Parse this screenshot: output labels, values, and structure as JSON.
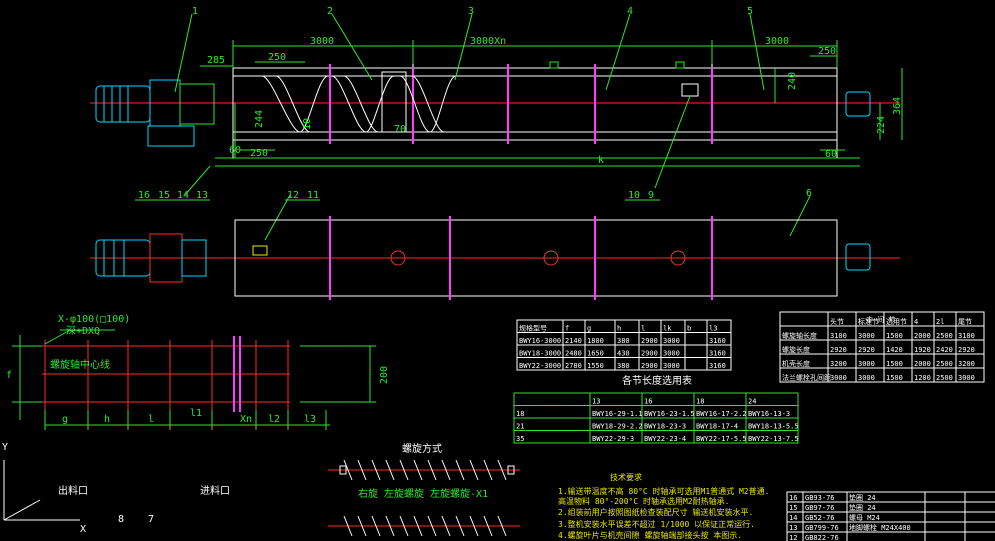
{
  "balloons": [
    "1",
    "2",
    "3",
    "4",
    "5",
    "6",
    "16",
    "15",
    "14",
    "13",
    "12",
    "11",
    "10",
    "9"
  ],
  "dims": {
    "top_3000_left": "3000",
    "top_3000xn": "3000Xn",
    "top_3000_right": "3000",
    "d285": "285",
    "d250_top": "250",
    "d250_right": "250",
    "d244": "244",
    "d10": "10",
    "d70": "70",
    "d60_left": "60",
    "d250_bottom": "250",
    "d60_right": "60",
    "d240": "240",
    "d224": "224",
    "d364": "364",
    "d200": "200",
    "lk": "k",
    "lxn": "Xn",
    "lg": "g",
    "lh": "h",
    "ll": "l",
    "l1": "l1",
    "l2": "l2",
    "l3": "l3",
    "lf": "f"
  },
  "hole_note": "X-φ100(□100)",
  "hole_note2": "深+DXQ",
  "axis_note": "螺旋轴中心线",
  "inlet_label": "出料口",
  "outlet_label": "进料口",
  "screw_note": "螺旋方式",
  "screw_sub": "右旋 左旋螺旋 左旋螺旋-X1",
  "tech_title": "技术要求",
  "tech_lines": [
    "1.输送带温度不高 80°C 时轴承可选用M1普通式 M2普通.",
    "  高温物料 80°-200°C 时轴承选用M2耐热轴承.",
    "2.组装前用户按照图纸检查装配尺寸 输送机安装水平.",
    "3.整机安装水平误差不超过 1/1000 以保证正常运行.",
    "4.螺旋叶片与机壳间隙 螺旋轴端部接头按 本图示."
  ],
  "table1": {
    "headers": [
      "规格型号",
      "f",
      "g",
      "h",
      "l",
      "lk",
      "b",
      "l3"
    ],
    "rows": [
      [
        "BWY16-3000",
        "2140",
        "1800",
        "380",
        "2900",
        "3000",
        "",
        "3160"
      ],
      [
        "BWY18-3000",
        "2480",
        "1650",
        "430",
        "2900",
        "3000",
        "",
        "3160"
      ],
      [
        "BWY22-3000",
        "2780",
        "1550",
        "380",
        "2900",
        "3000",
        "",
        "3160"
      ]
    ]
  },
  "table1_caption": "各节长度选用表",
  "table2": {
    "headers": [
      "",
      "13",
      "16",
      "18",
      "24"
    ],
    "rows": [
      [
        "18",
        "BWY16-29-1.1",
        "BWY16-23-1.5",
        "BWY16-17-2.2",
        "BWY16-13-3"
      ],
      [
        "21",
        "BWY18-29-2.2",
        "BWY18-23-3",
        "BWY18-17-4",
        "BWY18-13-5.5"
      ],
      [
        "35",
        "BWY22-29-3",
        "BWY22-23-4",
        "BWY22-17-5.5",
        "BWY22-13-7.5"
      ]
    ]
  },
  "table3": {
    "headers": [
      "",
      "头节",
      "中 间 节",
      "尾节"
    ],
    "sub_headers": [
      "标准节",
      "选用节",
      "4",
      "2l"
    ],
    "rows": [
      [
        "螺旋轴长度",
        "3100",
        "3000",
        "1500",
        "2000",
        "2500",
        "3100"
      ],
      [
        "螺旋长度",
        "2920",
        "2920",
        "1420",
        "1920",
        "2420",
        "2920"
      ],
      [
        "机壳长度",
        "3200",
        "3000",
        "1500",
        "2000",
        "2500",
        "3200"
      ],
      [
        "法兰螺栓孔间距",
        "3000",
        "3000",
        "1500",
        "1200",
        "2500",
        "3000"
      ]
    ]
  },
  "parts_list": [
    [
      "16",
      "GB93-76",
      "垫圈 24",
      "",
      ""
    ],
    [
      "15",
      "GB97-76",
      "垫圈 24",
      "",
      ""
    ],
    [
      "14",
      "GB52-76",
      "螺母 M24",
      "",
      ""
    ],
    [
      "13",
      "GB799-76",
      "地脚螺栓 M24X400",
      "",
      ""
    ],
    [
      "12",
      "GB822-76",
      "",
      "",
      ""
    ]
  ],
  "corner_labels": [
    "Y",
    "X",
    "8",
    "7"
  ]
}
